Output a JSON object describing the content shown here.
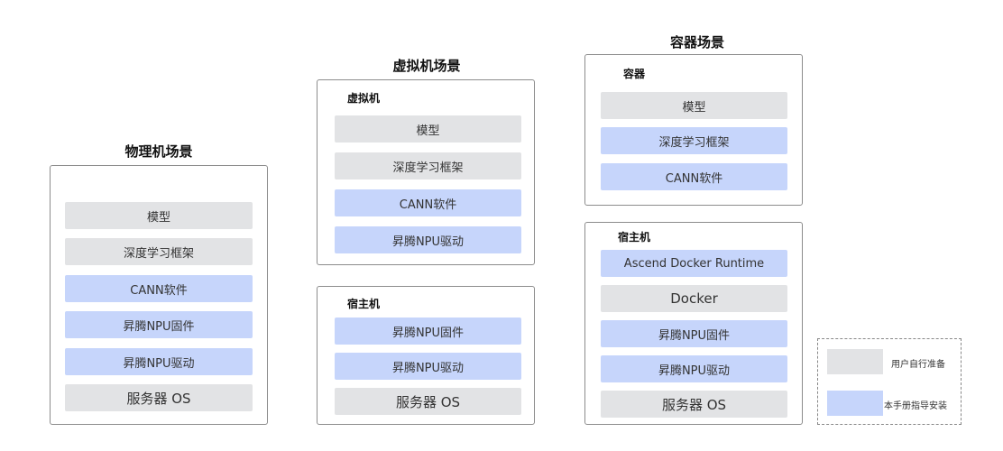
{
  "scenarios": {
    "physical": {
      "title": "物理机场景",
      "layers": [
        "模型",
        "深度学习框架",
        "CANN软件",
        "昇腾NPU固件",
        "昇腾NPU驱动",
        "服务器 OS"
      ]
    },
    "vm": {
      "title": "虚拟机场景",
      "vm_label": "虚拟机",
      "vm_layers": [
        "模型",
        "深度学习框架",
        "CANN软件",
        "昇腾NPU驱动"
      ],
      "host_label": "宿主机",
      "host_layers": [
        "昇腾NPU固件",
        "昇腾NPU驱动",
        "服务器 OS"
      ]
    },
    "container": {
      "title": "容器场景",
      "container_label": "容器",
      "container_layers": [
        "模型",
        "深度学习框架",
        "CANN软件"
      ],
      "host_label": "宿主机",
      "host_layers": [
        "Ascend Docker Runtime",
        "Docker",
        "昇腾NPU固件",
        "昇腾NPU驱动",
        "服务器 OS"
      ]
    }
  },
  "legend": {
    "user": "用户自行准备",
    "manual": "本手册指导安装"
  },
  "colors": {
    "user_prepared": "#e2e3e5",
    "manual_install": "#c6d5fb",
    "border": "#8c8c8c"
  }
}
